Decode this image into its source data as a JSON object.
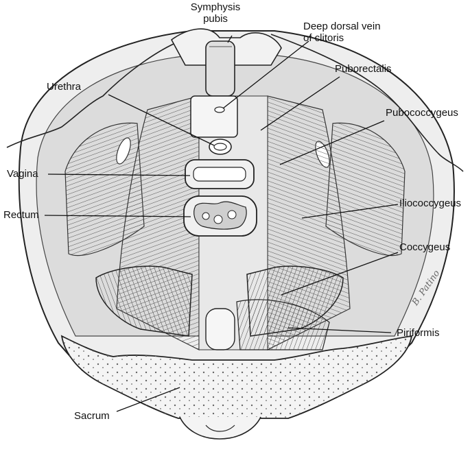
{
  "labels": {
    "symphysis_pubis_1": "Symphysis",
    "symphysis_pubis_2": "pubis",
    "deep_dorsal_vein_1": "Deep dorsal vein",
    "deep_dorsal_vein_2": "of clitoris",
    "puborectalis": "Puborectalis",
    "urethra": "Urethra",
    "pubococcygeus": "Pubococcygeus",
    "vagina": "Vagina",
    "rectum": "Rectum",
    "iliococcygeus": "Iliococcygeus",
    "coccygeus": "Coccygeus",
    "piriformis": "Piriformis",
    "sacrum": "Sacrum"
  },
  "signature": "B. Patino",
  "colors": {
    "ink": "#111111",
    "paper": "#ffffff",
    "muscle_shade": "#c9c9c9",
    "bone": "#f4f4f4"
  }
}
